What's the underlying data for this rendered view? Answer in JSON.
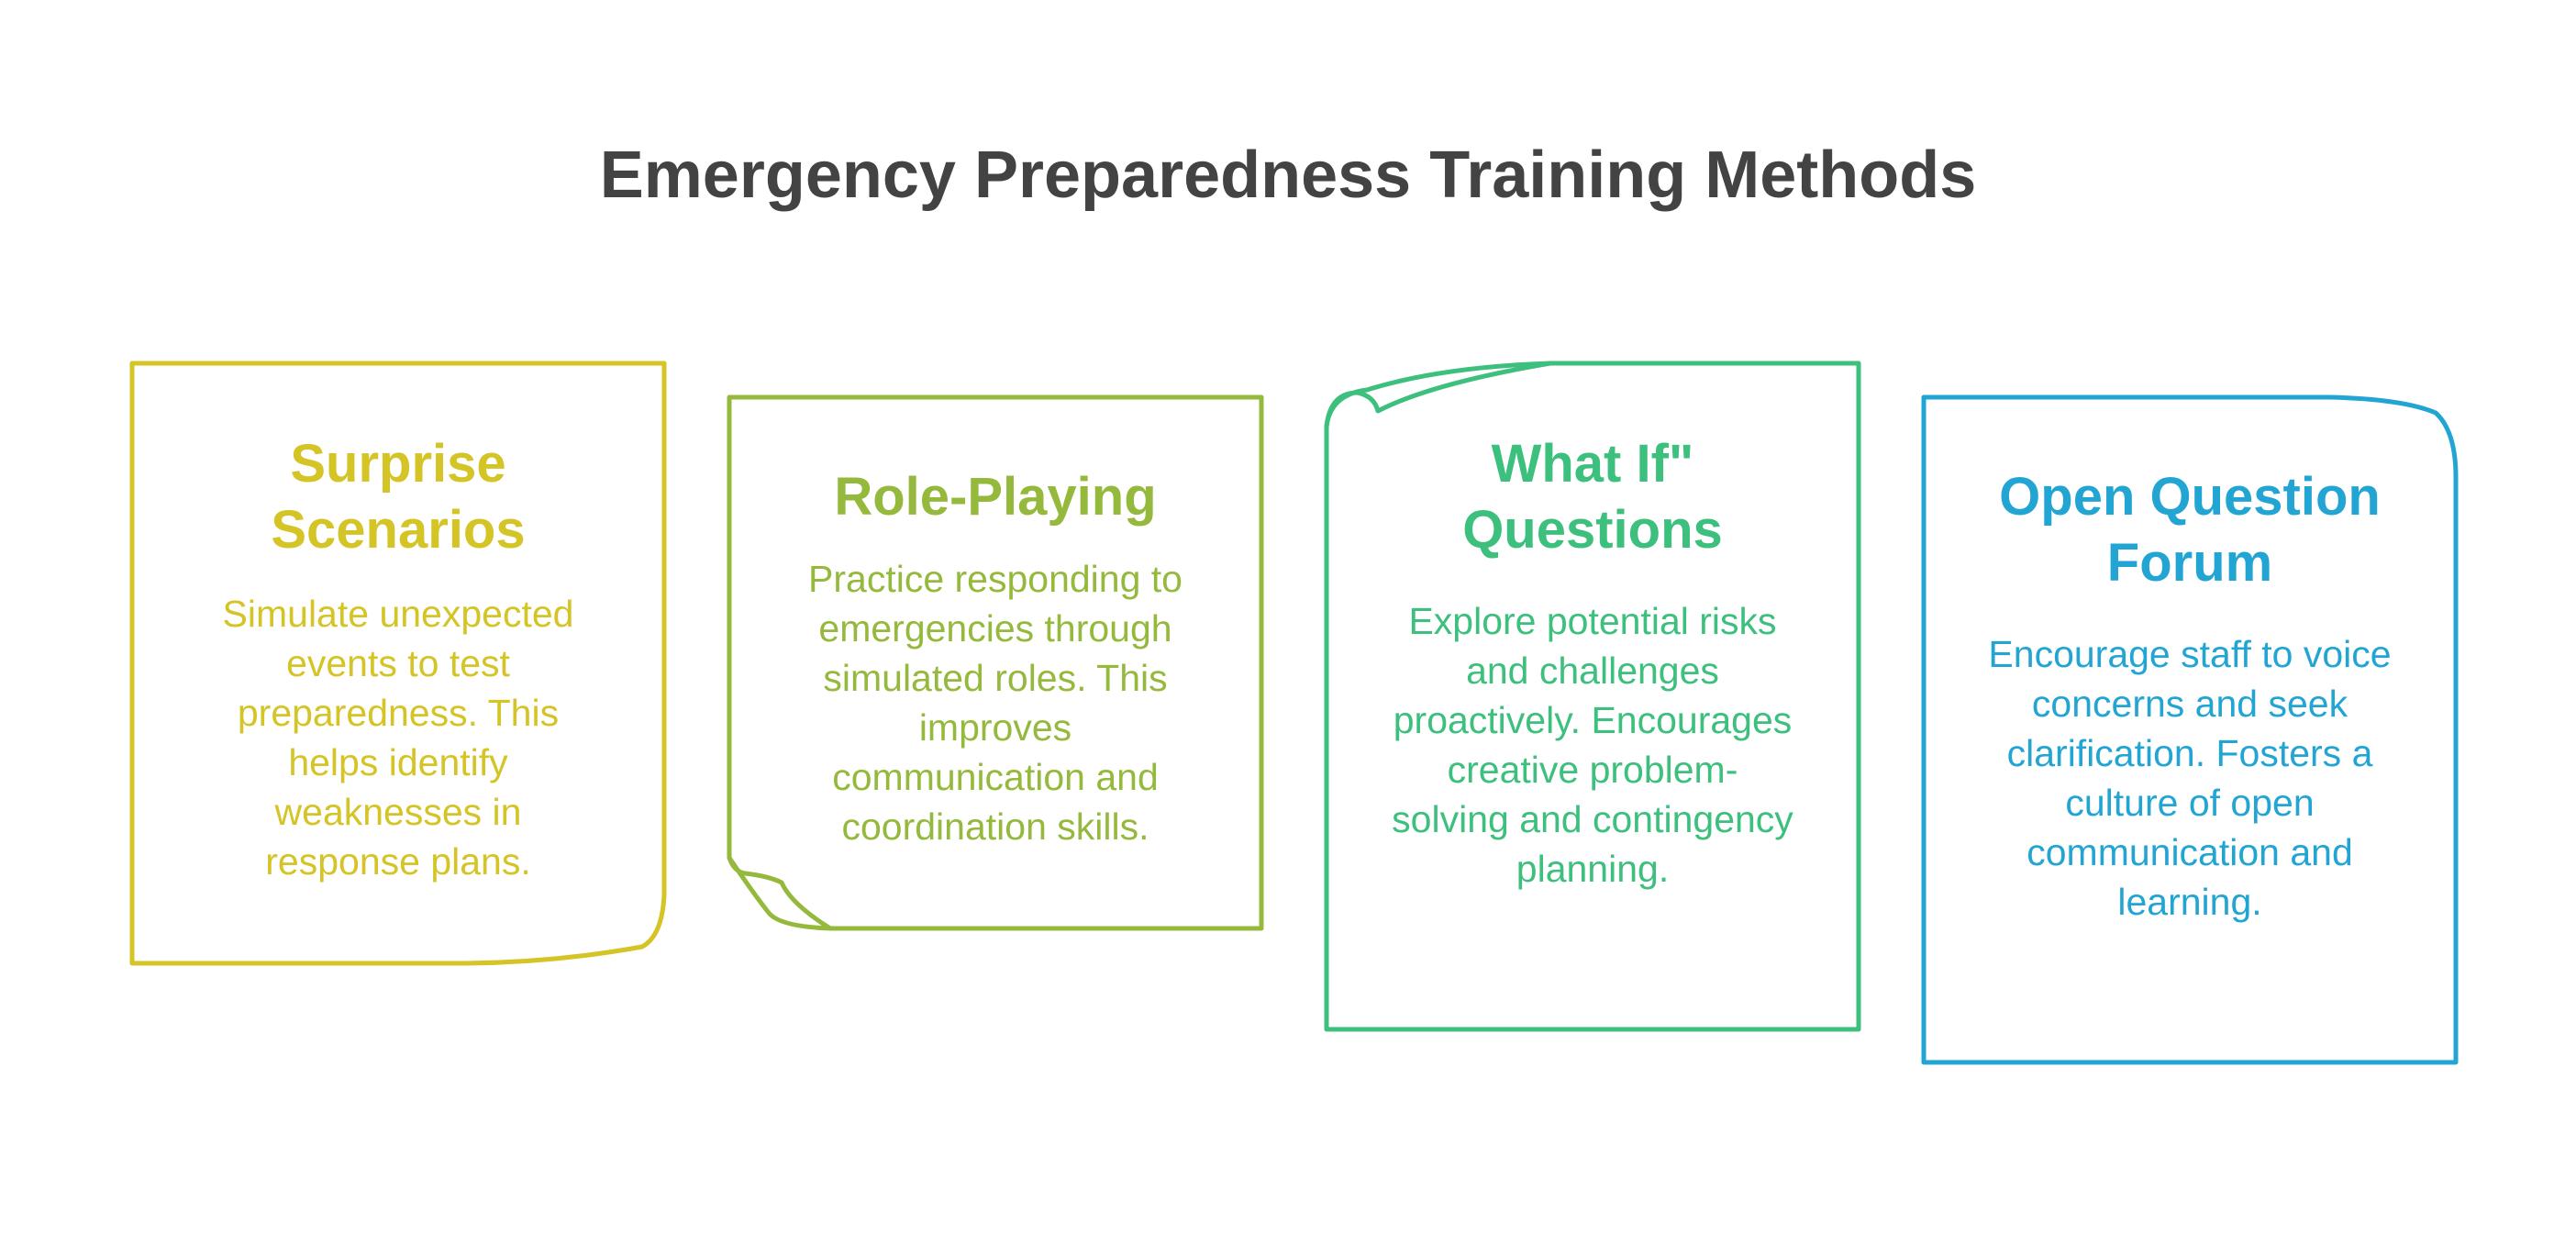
{
  "title": "Emergency Preparedness Training Methods",
  "cards": [
    {
      "title": "Surprise Scenarios",
      "body": "Simulate unexpected events to test preparedness. This helps identify weaknesses in response plans.",
      "color": "#D4C425"
    },
    {
      "title": "Role-Playing",
      "body": "Practice responding to emergencies through simulated roles. This improves communication and coordination skills.",
      "color": "#95B93C"
    },
    {
      "title": "What If\" Questions",
      "body": "Explore potential risks and challenges proactively. Encourages creative problem-solving and contingency planning.",
      "color": "#3DBF7E"
    },
    {
      "title": "Open Question Forum",
      "body": "Encourage staff to voice concerns and seek clarification. Fosters a culture of open communication and learning.",
      "color": "#23A5D4"
    }
  ]
}
